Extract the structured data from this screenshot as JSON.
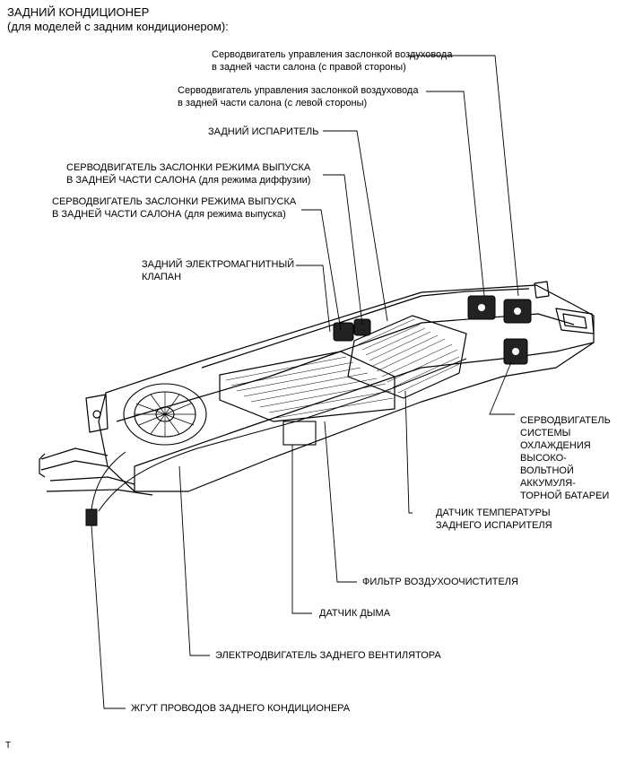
{
  "title": {
    "line1": "ЗАДНИЙ КОНДИЦИОНЕР",
    "line2": "(для моделей с задним кондиционером):"
  },
  "labels": {
    "servo_right": [
      "Серводвигатель управления заслонкой воздуховода",
      "в задней части салона (с правой стороны)"
    ],
    "servo_left": [
      "Серводвигатель управления заслонкой воздуховода",
      "в задней части салона (с левой стороны)"
    ],
    "evaporator": [
      "ЗАДНИЙ ИСПАРИТЕЛЬ"
    ],
    "servo_diffusion": [
      "СЕРВОДВИГАТЕЛЬ ЗАСЛОНКИ РЕЖИМА ВЫПУСКА",
      "В ЗАДНЕЙ ЧАСТИ САЛОНА (для режима диффузии)"
    ],
    "servo_outlet": [
      "СЕРВОДВИГАТЕЛЬ ЗАСЛОНКИ РЕЖИМА ВЫПУСКА",
      "В ЗАДНЕЙ ЧАСТИ САЛОНА (для режима выпуска)"
    ],
    "solenoid": [
      "ЗАДНИЙ ЭЛЕКТРОМАГНИТНЫЙ",
      "КЛАПАН"
    ],
    "battery_servo": [
      "СЕРВОДВИГАТЕЛЬ",
      "СИСТЕМЫ",
      "ОХЛАЖДЕНИЯ",
      "ВЫСОКО-",
      "ВОЛЬТНОЙ",
      "АККУМУЛЯ-",
      "ТОРНОЙ БАТАРЕИ"
    ],
    "temp_sensor": [
      "ДАТЧИК ТЕМПЕРАТУРЫ",
      "ЗАДНЕГО ИСПАРИТЕЛЯ"
    ],
    "filter": [
      "ФИЛЬТР ВОЗДУХООЧИСТИТЕЛЯ"
    ],
    "smoke_sensor": [
      "ДАТЧИК ДЫМА"
    ],
    "blower_motor": [
      "ЭЛЕКТРОДВИГАТЕЛЬ ЗАДНЕГО ВЕНТИЛЯТОРА"
    ],
    "harness": [
      "ЖГУТ ПРОВОДОВ ЗАДНЕГО КОНДИЦИОНЕРА"
    ]
  },
  "corner_mark": "T"
}
